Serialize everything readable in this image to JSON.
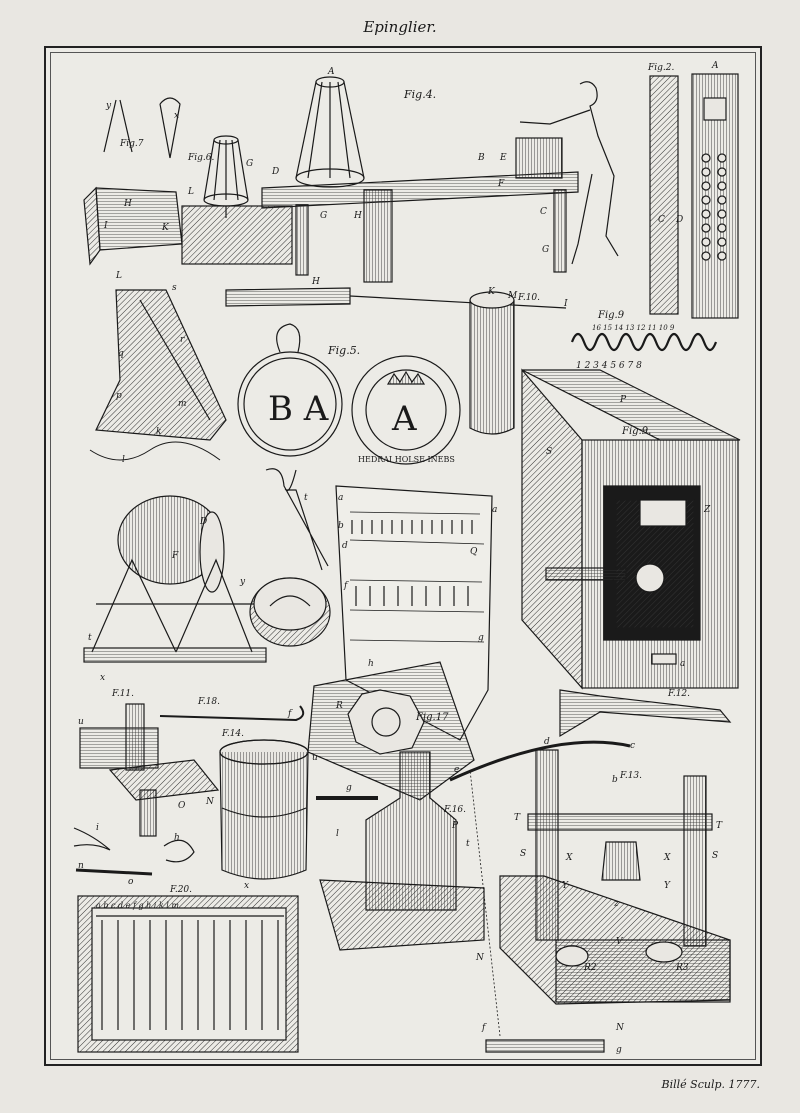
{
  "plate": {
    "title": "Epinglier.",
    "credit": "Billé Sculp. 1777."
  },
  "figures": {
    "fig2": "Fig.2.",
    "fig4": "Fig.4.",
    "fig5": "Fig.5.",
    "fig6": "Fig.6.",
    "fig7": "Fig.7",
    "fig9a": "Fig.9",
    "fig9b": "Fig.9.",
    "fig10": "F.10.",
    "fig11": "F.11.",
    "fig12": "F.12.",
    "fig13": "F.13.",
    "fig14": "F.14.",
    "fig16": "F.16.",
    "fig17": "Fig.17",
    "fig18": "F.18.",
    "fig20": "F.20."
  },
  "seals": {
    "left_letters": "B A",
    "right_letters": "A",
    "right_ring": "HEDRAI  HOLSE  INEBS"
  },
  "labels": {
    "A": "A",
    "B": "B",
    "C": "C",
    "D": "D",
    "E": "E",
    "F": "F",
    "G": "G",
    "H": "H",
    "I": "I",
    "K": "K",
    "L": "L",
    "M": "M",
    "N": "N",
    "O": "O",
    "P": "P",
    "Q": "Q",
    "R": "R",
    "S": "S",
    "T": "T",
    "V": "V",
    "X": "X",
    "Y": "Y",
    "Z": "Z",
    "R2": "R2",
    "R3": "R3",
    "a": "a",
    "b": "b",
    "c": "c",
    "d": "d",
    "e": "e",
    "f": "f",
    "g": "g",
    "h": "h",
    "i": "i",
    "k": "k",
    "l": "l",
    "m": "m",
    "n": "n",
    "o": "o",
    "p": "p",
    "q": "q",
    "r": "r",
    "s": "s",
    "t": "t",
    "u": "u",
    "x": "x",
    "y": "y",
    "z": "z",
    "scale_nums": "1 2 3 4 5 6 7 8",
    "scale_top": "16 15 14 13 12 11 10 9",
    "row_letters": "a b c d e f g h i k l m"
  }
}
